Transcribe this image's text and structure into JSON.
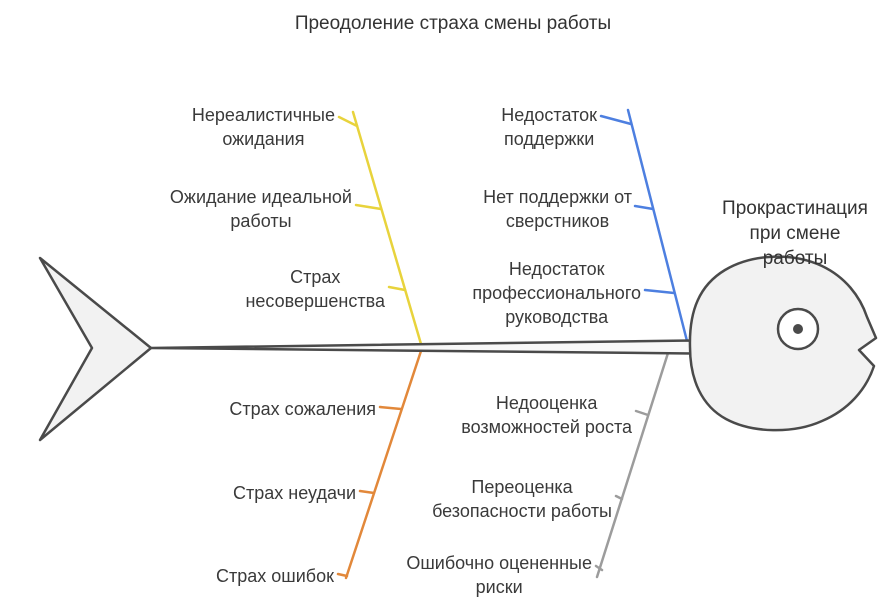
{
  "title": "Преодоление страха смены работы",
  "effect": {
    "label": "Прокрастинация\nпри смене работы"
  },
  "colors": {
    "outline": "#4a4a4a",
    "body_fill": "#f2f2f2",
    "spine_fill": "#f8f8f8",
    "eye_fill": "#ffffff"
  },
  "branches": [
    {
      "name": "top-left",
      "color": "#e8d33c",
      "items": [
        "Нереалистичные\nожидания",
        "Ожидание идеальной\nработы",
        "Страх\nнесовершенства"
      ]
    },
    {
      "name": "top-right",
      "color": "#4d7fe0",
      "items": [
        "Недостаток\nподдержки",
        "Нет поддержки от\nсверстников",
        "Недостаток\nпрофессионального\nруководства"
      ]
    },
    {
      "name": "bottom-left",
      "color": "#e2883a",
      "items": [
        "Страх сожаления",
        "Страх неудачи",
        "Страх ошибок"
      ]
    },
    {
      "name": "bottom-right",
      "color": "#9c9c9c",
      "items": [
        "Недооценка\nвозможностей роста",
        "Переоценка\nбезопасности работы",
        "Ошибочно оцененные\nриски"
      ]
    }
  ]
}
